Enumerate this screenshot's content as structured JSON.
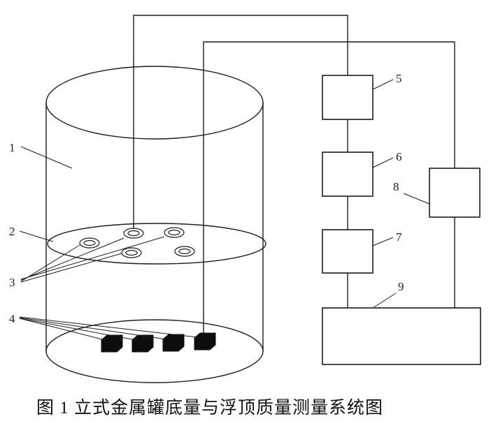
{
  "figure": {
    "caption": "图 1 立式金属罐底量与浮顶质量测量系统图",
    "labels": {
      "l1": "1",
      "l2": "2",
      "l3": "3",
      "l4": "4",
      "l5": "5",
      "l6": "6",
      "l7": "7",
      "l8": "8",
      "l9": "9"
    },
    "colors": {
      "line": "#1c1c1c",
      "cube_fill": "#0d0d0d",
      "background": "#ffffff"
    }
  }
}
